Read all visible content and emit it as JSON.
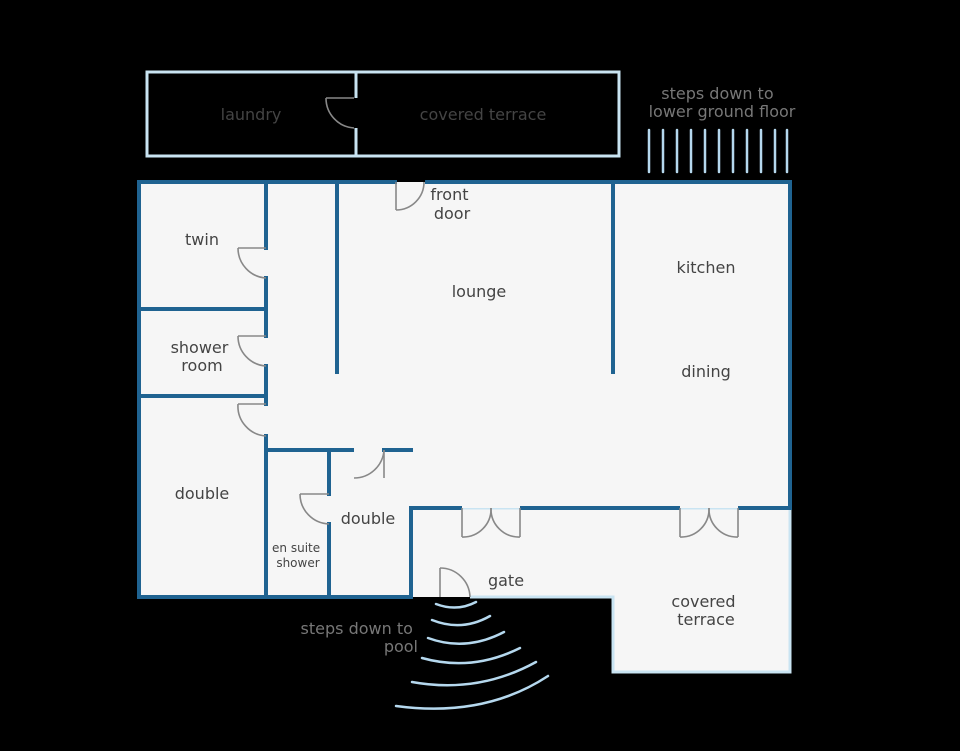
{
  "rooms": {
    "laundry": "laundry",
    "covered_terrace_top": "covered terrace",
    "front_door": [
      "front",
      "door"
    ],
    "lounge": "lounge",
    "kitchen": "kitchen",
    "dining": "dining",
    "twin": "twin",
    "shower_room": [
      "shower",
      "room"
    ],
    "double_left": "double",
    "en_suite_shower": [
      "en suite",
      "shower"
    ],
    "double_center": "double",
    "gate": "gate",
    "covered_terrace_bottom": [
      "covered",
      "terrace"
    ]
  },
  "exterior": {
    "steps_lower_ground": [
      "steps down to",
      "lower ground floor"
    ],
    "steps_pool": [
      "steps down to",
      "pool"
    ]
  },
  "colors": {
    "background": "#000000",
    "floor": "#f6f6f6",
    "interior_wall": "#1f6391",
    "exterior_wall": "#c9e4f2",
    "steps": "#b5d8ee",
    "door": "#888888"
  }
}
